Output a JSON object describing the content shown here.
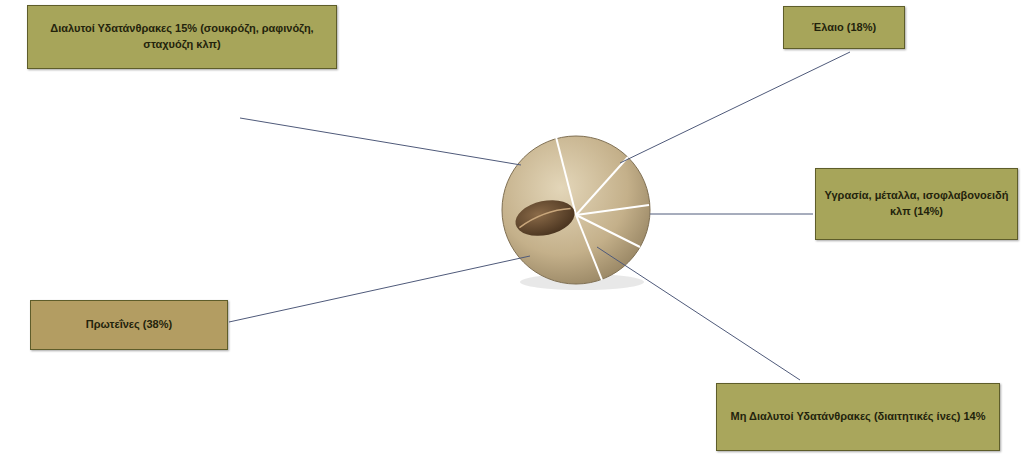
{
  "diagram": {
    "nodes": [
      {
        "text": [
          "Διαλυτοί Υδατάνθρακες 15% (σουκρόζη, ραφινόζη, σταχυόζη κλπ)"
        ]
      },
      {
        "text": [
          "Έλαιο (18%)"
        ]
      },
      {
        "text": [
          "Υγρασία, μέταλλα, ισοφλαβονοειδή κλπ (14%)"
        ]
      },
      {
        "text": [
          "Πρωτεΐνες (38%)"
        ]
      },
      {
        "text": [
          "Μη Διαλυτοί Υδατάνθρακες (διαιτητικές ίνες) 14%"
        ]
      }
    ]
  }
}
